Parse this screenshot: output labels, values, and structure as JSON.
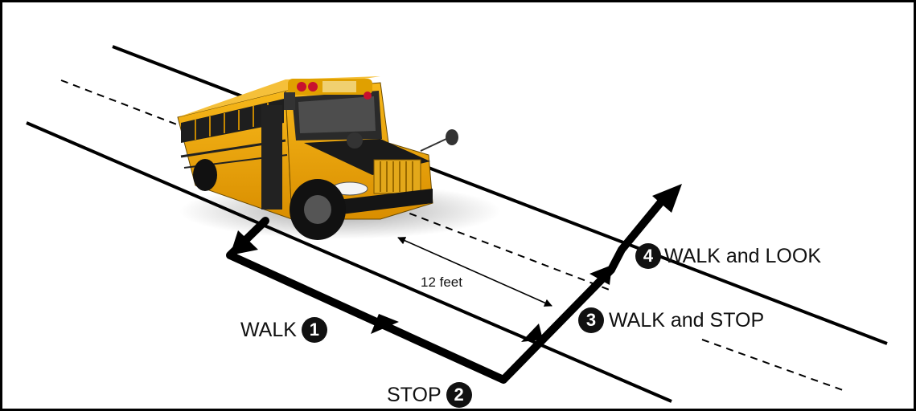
{
  "labels": {
    "walk": "WALK",
    "walk_num": "1",
    "stop": "STOP",
    "stop_num": "2",
    "walk_and_stop": "WALK and STOP",
    "walk_and_stop_num": "3",
    "walk_and_look": "WALK and LOOK",
    "walk_and_look_num": "4",
    "distance": "12 feet"
  },
  "colors": {
    "bus_yellow": "#f2a900",
    "line": "#000000"
  },
  "icons": [
    "school-bus-image",
    "path-arrow",
    "distance-double-arrow"
  ]
}
